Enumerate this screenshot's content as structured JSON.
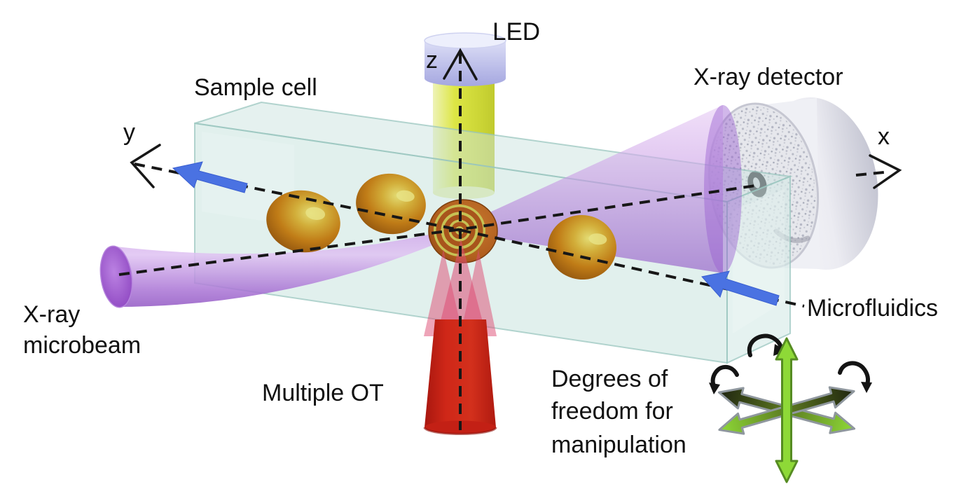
{
  "diagram": {
    "type": "scientific-schematic",
    "description": "Experimental setup combining an X-ray microbeam, multiple optical tweezers, microfluidic sample cell with droplets, LED illumination and an X-ray detector",
    "labels": {
      "led": "LED",
      "sample_cell": "Sample cell",
      "xray_detector": "X-ray detector",
      "microbeam_line1": "X-ray",
      "microbeam_line2": "microbeam",
      "multiple_ot": "Multiple OT",
      "microfluidics": "Microfluidics",
      "dof_line1": "Degrees of",
      "dof_line2": "freedom for",
      "dof_line3": "manipulation"
    },
    "axes": {
      "x": "x",
      "y": "y",
      "z": "z"
    },
    "icons": {
      "flow_arrow": "blue-flow-arrow",
      "axis_arrowhead": "open-chevron-arrowhead",
      "rotation_arrow": "black-curved-rotation-arrow",
      "translation_arrow": "green-double-headed-arrow"
    },
    "colors": {
      "xray_beam_purple": "#a76fd2",
      "ot_laser_red": "#cc2317",
      "ot_laser_pink": "#dd4a72",
      "sample_cell_glass": "#dceeea",
      "droplet_brown": "#bf7d1a",
      "droplet_highlight": "#e3dc74",
      "flow_arrow_blue": "#4a72e2",
      "dof_translation_green": "#8ed937",
      "dof_rotation_black": "#141414",
      "led_body_yellow": "#d9e045",
      "led_cap_lavender": "#c3c4ec",
      "detector_grey": "#e9eaf0",
      "text_black": "#101010"
    }
  }
}
